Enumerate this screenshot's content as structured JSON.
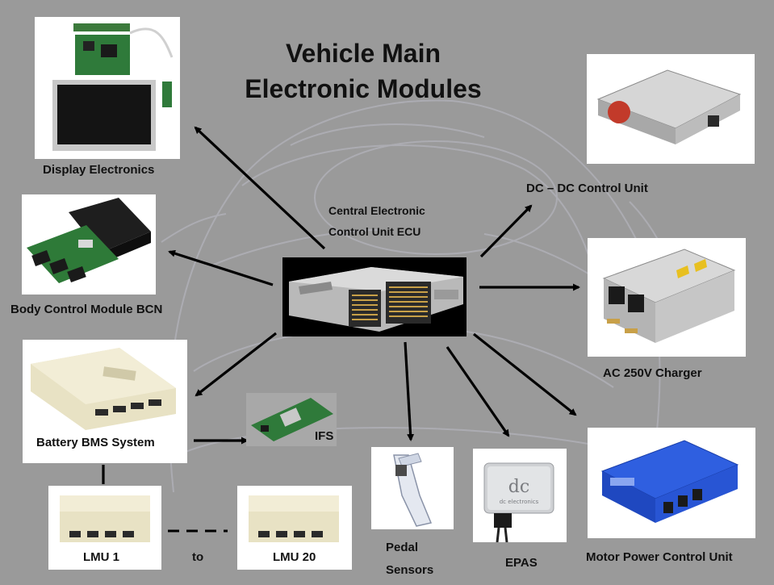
{
  "title": {
    "line1": "Vehicle Main",
    "line2": "Electronic Modules"
  },
  "center": {
    "line1": "Central Electronic",
    "line2": "Control Unit ECU"
  },
  "modules": {
    "display": "Display Electronics",
    "body_control": "Body Control Module BCN",
    "battery": "Battery BMS System",
    "ifs": "IFS",
    "lmu1": "LMU 1",
    "lmu_to": "to",
    "lmu20": "LMU 20",
    "pedal_line1": "Pedal",
    "pedal_line2": "Sensors",
    "epas": "EPAS",
    "dcdc": "DC – DC  Control Unit",
    "charger": "AC 250V Charger",
    "motor": "Motor Power Control Unit"
  },
  "images": {
    "epas_logo_text": "dc electronics"
  },
  "colors": {
    "background": "#9a9a9a",
    "arrow": "#000000",
    "motor_unit": "#2f5fe0",
    "charger_connector": "#c23a2a"
  }
}
